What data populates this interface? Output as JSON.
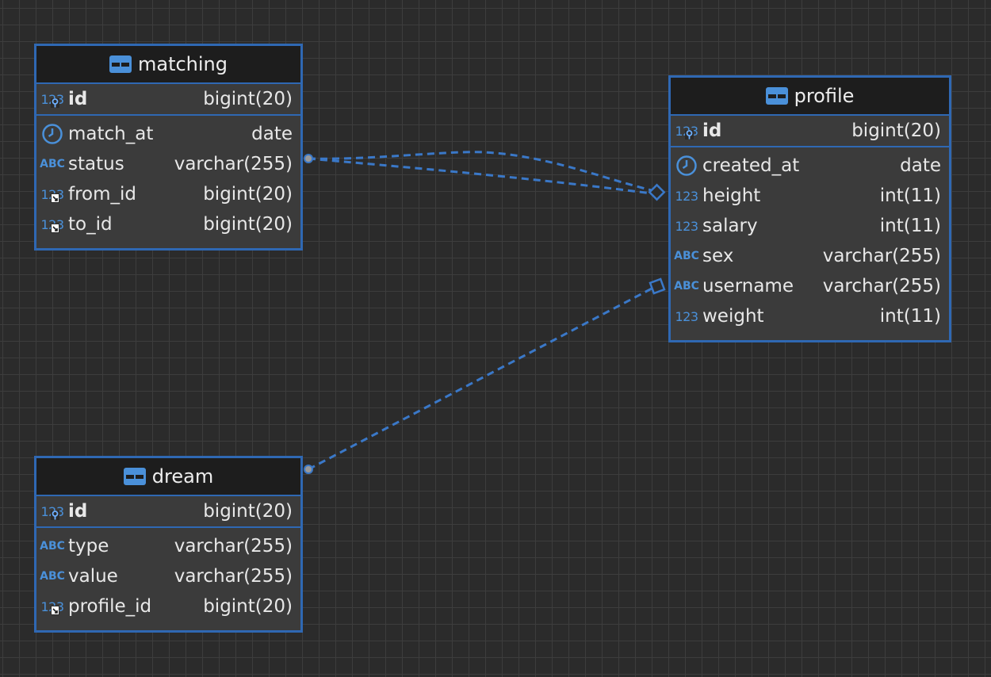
{
  "colors": {
    "canvas": "#2b2b2b",
    "grid": "#3d3d3d",
    "accent": "#2f68b3",
    "icon": "#4a90d9",
    "header": "#1d1d1d",
    "panel": "#3b3b3b"
  },
  "entities": {
    "matching": {
      "name": "matching",
      "icon": "table-icon",
      "pk": {
        "name": "id",
        "type": "bigint(20)",
        "icon": "primary-key-icon"
      },
      "columns": [
        {
          "name": "match_at",
          "type": "date",
          "icon": "clock-icon"
        },
        {
          "name": "status",
          "type": "varchar(255)",
          "icon": "abc-icon"
        },
        {
          "name": "from_id",
          "type": "bigint(20)",
          "icon": "foreign-key-icon"
        },
        {
          "name": "to_id",
          "type": "bigint(20)",
          "icon": "foreign-key-icon"
        }
      ]
    },
    "profile": {
      "name": "profile",
      "icon": "table-icon",
      "pk": {
        "name": "id",
        "type": "bigint(20)",
        "icon": "primary-key-icon"
      },
      "columns": [
        {
          "name": "created_at",
          "type": "date",
          "icon": "clock-icon"
        },
        {
          "name": "height",
          "type": "int(11)",
          "icon": "numeric-icon"
        },
        {
          "name": "salary",
          "type": "int(11)",
          "icon": "numeric-icon"
        },
        {
          "name": "sex",
          "type": "varchar(255)",
          "icon": "abc-icon"
        },
        {
          "name": "username",
          "type": "varchar(255)",
          "icon": "abc-icon"
        },
        {
          "name": "weight",
          "type": "int(11)",
          "icon": "numeric-icon"
        }
      ]
    },
    "dream": {
      "name": "dream",
      "icon": "table-icon",
      "pk": {
        "name": "id",
        "type": "bigint(20)",
        "icon": "primary-key-icon"
      },
      "columns": [
        {
          "name": "type",
          "type": "varchar(255)",
          "icon": "abc-icon"
        },
        {
          "name": "value",
          "type": "varchar(255)",
          "icon": "abc-icon"
        },
        {
          "name": "profile_id",
          "type": "bigint(20)",
          "icon": "foreign-key-icon"
        }
      ]
    }
  },
  "relationships": [
    {
      "from": "matching",
      "to": "profile",
      "style": "dashed"
    },
    {
      "from": "matching",
      "to": "profile",
      "style": "dashed"
    },
    {
      "from": "dream",
      "to": "profile",
      "style": "dashed"
    }
  ],
  "glyphs": {
    "numeric": "123",
    "text": "ABC"
  }
}
